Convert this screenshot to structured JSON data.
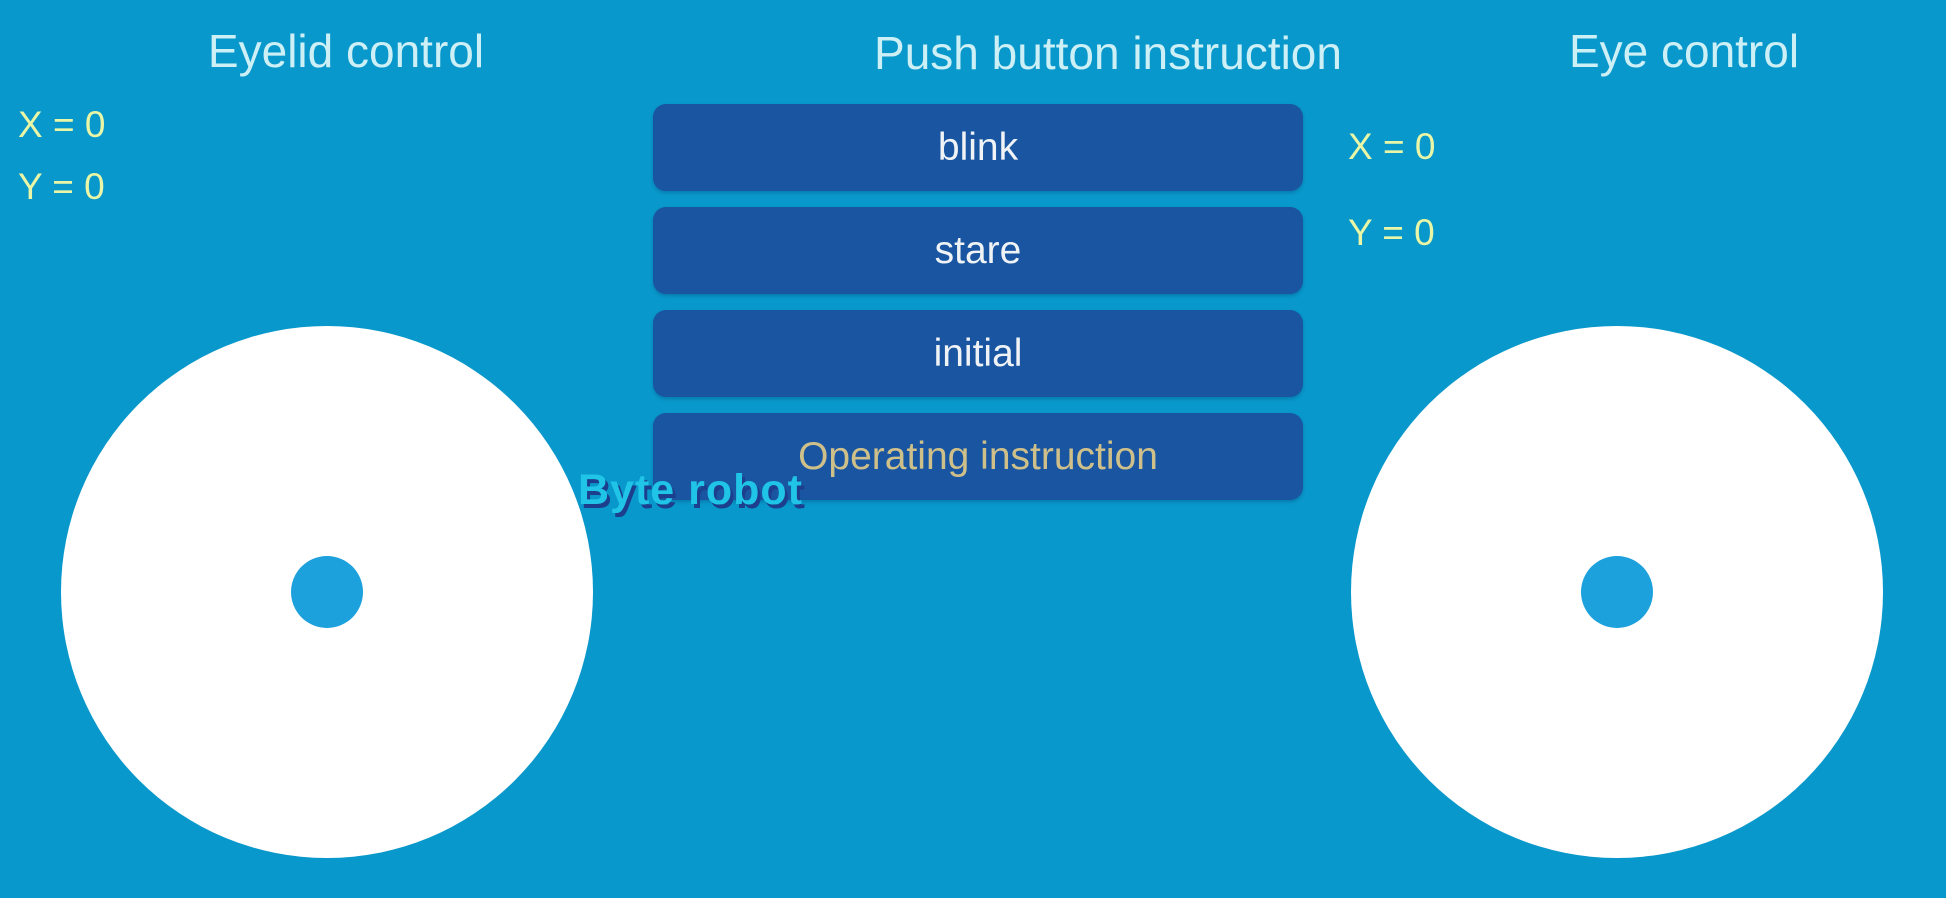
{
  "app": {
    "background_color": "#0998CB",
    "button_color": "#1955A1",
    "title_color": "#CDEFF6",
    "xy_label_color": "#E9F6A6",
    "knob_color": "#1CA1DD",
    "accent_text_color": "#CFC08A",
    "watermark_color": "#20C4E6"
  },
  "eyelid_panel": {
    "title": "Eyelid control",
    "x_readout": "X = 0",
    "y_readout": "Y = 0",
    "x_value": 0,
    "y_value": 0
  },
  "push_panel": {
    "title": "Push button instruction",
    "buttons": [
      {
        "label": "blink"
      },
      {
        "label": "stare"
      },
      {
        "label": "initial"
      },
      {
        "label": "Operating instruction"
      }
    ]
  },
  "eye_panel": {
    "title": "Eye control",
    "x_readout": "X = 0",
    "y_readout": "Y = 0",
    "x_value": 0,
    "y_value": 0
  },
  "watermark": {
    "text": "Byte robot"
  }
}
